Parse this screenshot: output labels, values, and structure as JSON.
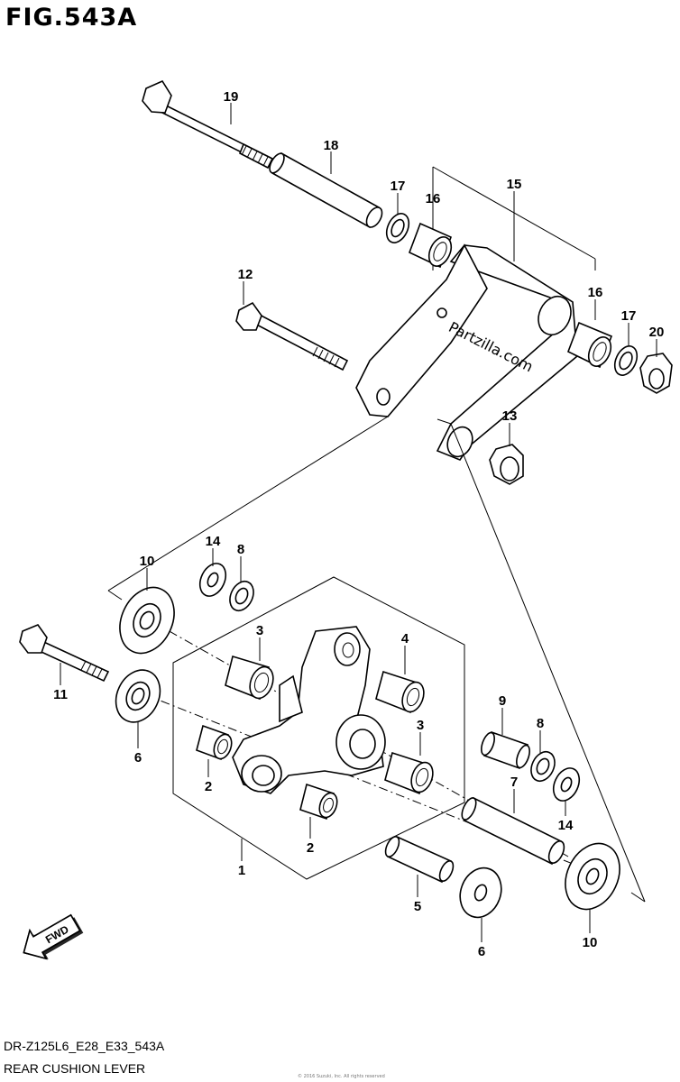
{
  "figure": {
    "title": "FIG.543A",
    "watermark": "Partzilla.com",
    "model_code": "DR-Z125L6_E28_E33_543A",
    "caption": "REAR CUSHION LEVER",
    "footer_note": "© 2016 Suzuki, Inc. All rights reserved"
  },
  "callouts": [
    {
      "id": "c19a",
      "label": "19"
    },
    {
      "id": "c18",
      "label": "18"
    },
    {
      "id": "c17a",
      "label": "17"
    },
    {
      "id": "c16a",
      "label": "16"
    },
    {
      "id": "c15",
      "label": "15"
    },
    {
      "id": "c12",
      "label": "12"
    },
    {
      "id": "c16b",
      "label": "16"
    },
    {
      "id": "c17b",
      "label": "17"
    },
    {
      "id": "c20",
      "label": "20"
    },
    {
      "id": "c13",
      "label": "13"
    },
    {
      "id": "c10a",
      "label": "10"
    },
    {
      "id": "c14a",
      "label": "14"
    },
    {
      "id": "c8a",
      "label": "8"
    },
    {
      "id": "c3a",
      "label": "3"
    },
    {
      "id": "c4",
      "label": "4"
    },
    {
      "id": "c11",
      "label": "11"
    },
    {
      "id": "c6a",
      "label": "6"
    },
    {
      "id": "c9",
      "label": "9"
    },
    {
      "id": "c8b",
      "label": "8"
    },
    {
      "id": "c3b",
      "label": "3"
    },
    {
      "id": "c2a",
      "label": "2"
    },
    {
      "id": "c7",
      "label": "7"
    },
    {
      "id": "c14b",
      "label": "14"
    },
    {
      "id": "c2b",
      "label": "2"
    },
    {
      "id": "c1",
      "label": "1"
    },
    {
      "id": "c5",
      "label": "5"
    },
    {
      "id": "c6b",
      "label": "6"
    },
    {
      "id": "c10b",
      "label": "10"
    }
  ],
  "fwd": {
    "label": "FWD"
  }
}
